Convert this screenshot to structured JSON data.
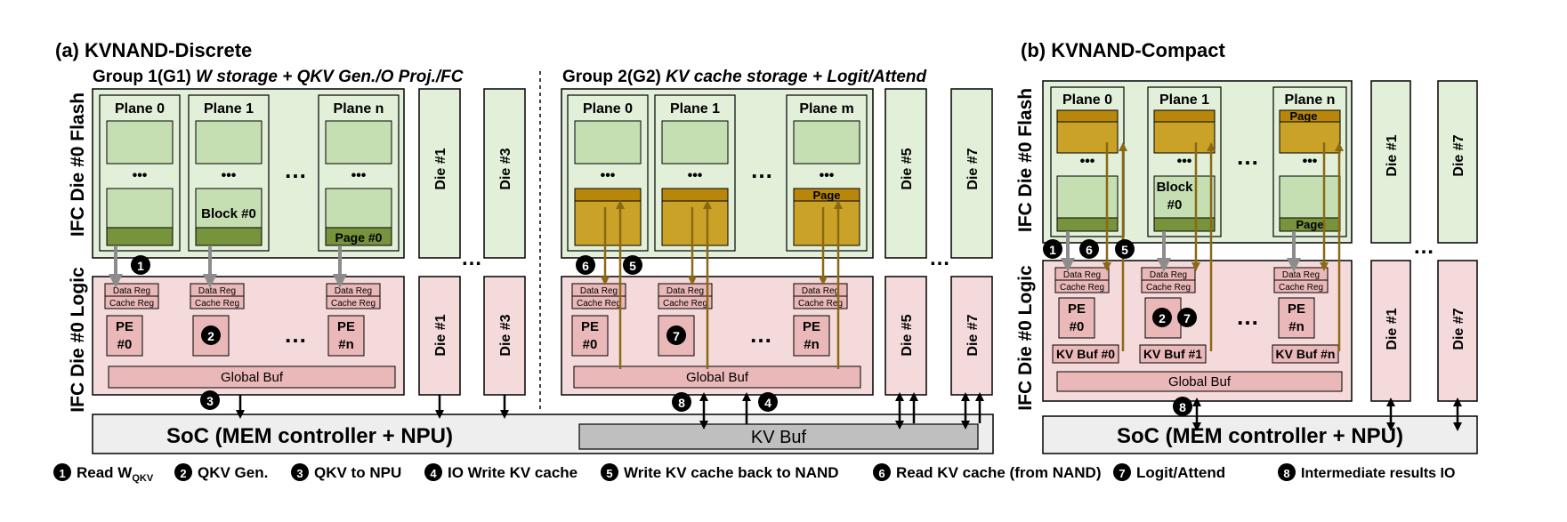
{
  "titles": {
    "a": "(a) KVNAND-Discrete",
    "b": "(b) KVNAND-Compact"
  },
  "groups": {
    "g1_prefix": "Group 1(G1) ",
    "g1_italic": "W storage + QKV Gen./O Proj./FC",
    "g2_prefix": "Group 2(G2) ",
    "g2_italic": "KV cache storage + Logit/Attend"
  },
  "side_labels": {
    "flash": "IFC Die #0 Flash",
    "logic": "IFC Die #0 Logic"
  },
  "planes": {
    "p0": "Plane 0",
    "p1": "Plane 1",
    "pn": "Plane n",
    "pm": "Plane m"
  },
  "blocks": {
    "block0": "Block #0",
    "block0_line1": "Block",
    "block0_line2": "#0",
    "page0": "Page #0",
    "page": "Page"
  },
  "regs": {
    "data": "Data Reg",
    "cache": "Cache Reg"
  },
  "pes": {
    "pe": "PE",
    "n0": "#0",
    "nn": "#n"
  },
  "buffers": {
    "global": "Global Buf",
    "kv0": "KV Buf #0",
    "kv1": "KV Buf #1",
    "kvn": "KV Buf #n",
    "kv": "KV Buf"
  },
  "soc": "SoC (MEM controller + NPU)",
  "dies": {
    "d1": "Die #1",
    "d3": "Die #3",
    "d5": "Die #5",
    "d7": "Die #7"
  },
  "ellipsis": "…",
  "vdots": "•••",
  "legend": [
    {
      "num": "1",
      "text": "Read W",
      "sub": "QKV"
    },
    {
      "num": "2",
      "text": "QKV Gen.",
      "sub": ""
    },
    {
      "num": "3",
      "text": "QKV to NPU",
      "sub": ""
    },
    {
      "num": "4",
      "text": "IO Write KV cache",
      "sub": ""
    },
    {
      "num": "5",
      "text": "Write KV cache back to NAND",
      "sub": ""
    },
    {
      "num": "6",
      "text": "Read KV cache (from NAND)",
      "sub": ""
    },
    {
      "num": "7",
      "text": "Logit/Attend",
      "sub": ""
    },
    {
      "num": "8",
      "text": "Intermediate results IO",
      "sub": ""
    }
  ],
  "colors": {
    "flash_bg": "#e2efd9",
    "plane_bg": "#c5dfb3",
    "block_dark": "#77933c",
    "kv_gold": "#c9a227",
    "kv_gold_dark": "#b8860b",
    "logic_bg": "#f4dada",
    "reg_bg": "#eab8b8",
    "arrow_gray": "#8c8c8c",
    "arrow_gold": "#8b6914",
    "soc_bg": "#eeeeee",
    "kvbuf_bg": "#bfbfbf"
  }
}
